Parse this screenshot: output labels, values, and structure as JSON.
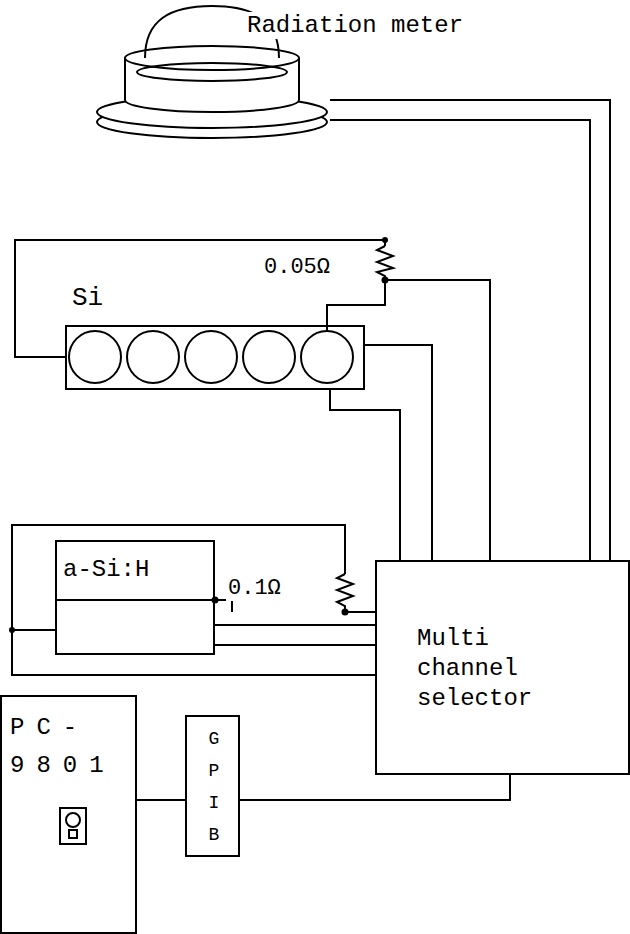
{
  "diagram": {
    "nodes": [
      {
        "text": [
          "Radiation meter"
        ]
      },
      {
        "text": [
          "Si"
        ]
      },
      {
        "text": [
          "a-Si:H"
        ]
      },
      {
        "text": [
          "Multi channel selector"
        ]
      },
      {
        "text": [
          "PC- 9801"
        ]
      },
      {
        "text": [
          "GPIB"
        ]
      }
    ],
    "edges": [
      {
        "from": 0,
        "to": 3,
        "arrow": "none"
      },
      {
        "from": 0,
        "to": 3,
        "arrow": "none"
      },
      {
        "from": 1,
        "to": 3,
        "arrow": "none"
      },
      {
        "from": 1,
        "to": 3,
        "arrow": "none"
      },
      {
        "from": 2,
        "to": 3,
        "arrow": "none"
      },
      {
        "from": 2,
        "to": 3,
        "arrow": "none"
      },
      {
        "from": 2,
        "to": 3,
        "arrow": "none"
      },
      {
        "from": 4,
        "to": 5,
        "arrow": "none"
      },
      {
        "from": 5,
        "to": 3,
        "arrow": "none"
      }
    ],
    "labels": [
      "0.05Ω",
      "0.1Ω"
    ]
  }
}
